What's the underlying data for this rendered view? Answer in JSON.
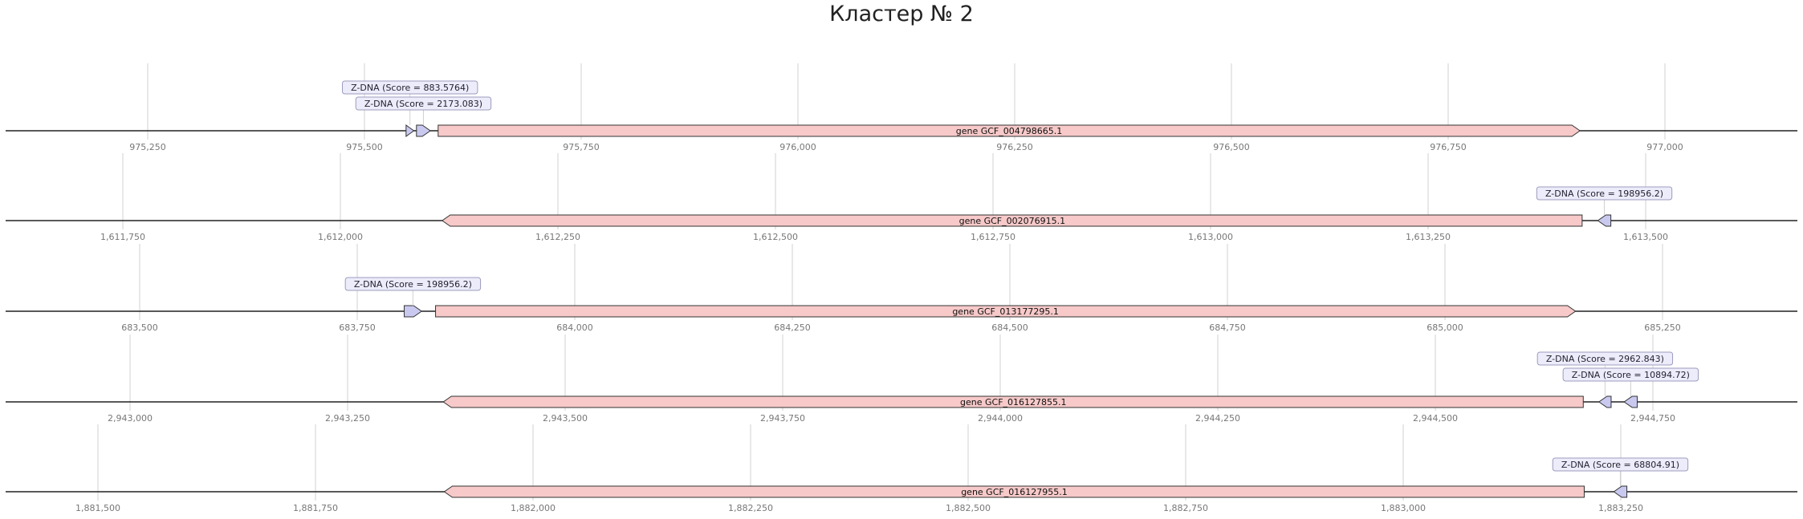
{
  "title": "Кластер № 2",
  "colors": {
    "gene_fill": "#f7c9c9",
    "feature_fill": "#c9c9f0",
    "label_box_fill": "#ececfa",
    "label_box_stroke": "#9b9bbf",
    "axis_line": "#222222",
    "grid": "#d0d0d0",
    "tick_text": "#777777"
  },
  "tracks": [
    {
      "ticks": [
        "975,250",
        "975,500",
        "975,750",
        "976,000",
        "976,250",
        "976,500",
        "976,750",
        "977,000"
      ],
      "tick_values": [
        975250,
        975500,
        975750,
        976000,
        976250,
        976500,
        976750,
        977000
      ],
      "gene": {
        "label": "gene GCF_004798665.1",
        "start": 975585,
        "end": 976902,
        "strand": "+"
      },
      "features": [
        {
          "label": "Z-DNA (Score = 883.5764)",
          "start": 975548,
          "end": 975557,
          "strand": "+"
        },
        {
          "label": "Z-DNA (Score = 2173.083)",
          "start": 975560,
          "end": 975576,
          "strand": "+"
        }
      ]
    },
    {
      "ticks": [
        "1,611,750",
        "1,612,000",
        "1,612,250",
        "1,612,500",
        "1,612,750",
        "1,613,000",
        "1,613,250",
        "1,613,500"
      ],
      "tick_values": [
        1611750,
        1612000,
        1612250,
        1612500,
        1612750,
        1613000,
        1613250,
        1613500
      ],
      "gene": {
        "label": "gene GCF_002076915.1",
        "start": 1612117,
        "end": 1613427,
        "strand": "-"
      },
      "features": [
        {
          "label": "Z-DNA (Score = 198956.2)",
          "start": 1613445,
          "end": 1613460,
          "strand": "-"
        }
      ]
    },
    {
      "ticks": [
        "683,500",
        "683,750",
        "684,000",
        "684,250",
        "684,500",
        "684,750",
        "685,000",
        "685,250"
      ],
      "tick_values": [
        683500,
        683750,
        684000,
        684250,
        684500,
        684750,
        685000,
        685250
      ],
      "gene": {
        "label": "gene GCF_013177295.1",
        "start": 683840,
        "end": 685150,
        "strand": "+"
      },
      "features": [
        {
          "label": "Z-DNA (Score = 198956.2)",
          "start": 683804,
          "end": 683824,
          "strand": "+"
        }
      ]
    },
    {
      "ticks": [
        "2,943,000",
        "2,943,250",
        "2,943,500",
        "2,943,750",
        "2,944,000",
        "2,944,250",
        "2,944,500",
        "2,944,750"
      ],
      "tick_values": [
        2943000,
        2943250,
        2943500,
        2943750,
        2944000,
        2944250,
        2944500,
        2944750
      ],
      "gene": {
        "label": "gene GCF_016127855.1",
        "start": 2943360,
        "end": 2944670,
        "strand": "-"
      },
      "features": [
        {
          "label": "Z-DNA (Score = 2962.843)",
          "start": 2944688,
          "end": 2944702,
          "strand": "-"
        },
        {
          "label": "Z-DNA (Score = 10894.72)",
          "start": 2944717,
          "end": 2944732,
          "strand": "-"
        }
      ]
    },
    {
      "ticks": [
        "1,881,500",
        "1,881,750",
        "1,882,000",
        "1,882,250",
        "1,882,500",
        "1,882,750",
        "1,883,000",
        "1,883,250"
      ],
      "tick_values": [
        1881500,
        1881750,
        1882000,
        1882250,
        1882500,
        1882750,
        1883000,
        1883250
      ],
      "gene": {
        "label": "gene GCF_016127955.1",
        "start": 1881898,
        "end": 1883208,
        "strand": "-"
      },
      "features": [
        {
          "label": "Z-DNA (Score = 68804.91)",
          "start": 1883242,
          "end": 1883257,
          "strand": "-"
        }
      ]
    }
  ]
}
